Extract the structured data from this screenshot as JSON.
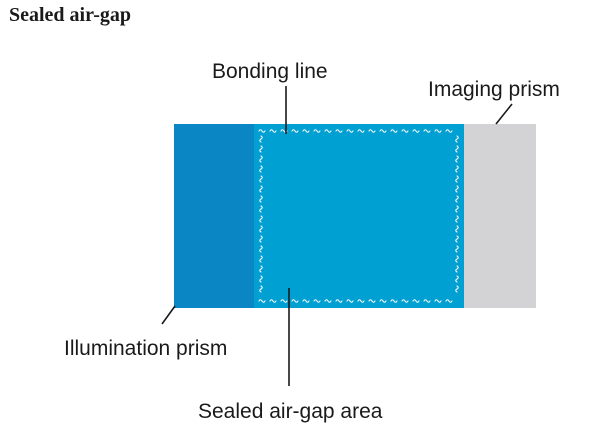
{
  "title": "Sealed air-gap",
  "labels": {
    "bonding_line": "Bonding line",
    "imaging_prism": "Imaging prism",
    "illumination_prism": "Illumination prism",
    "sealed_area": "Sealed air-gap area"
  },
  "colors": {
    "illumination_prism": "#0a86c4",
    "sealed_area": "#00a0d2",
    "imaging_prism": "#d3d3d5",
    "bonding_line": "#ffffff",
    "leader": "#1a1a1a"
  }
}
